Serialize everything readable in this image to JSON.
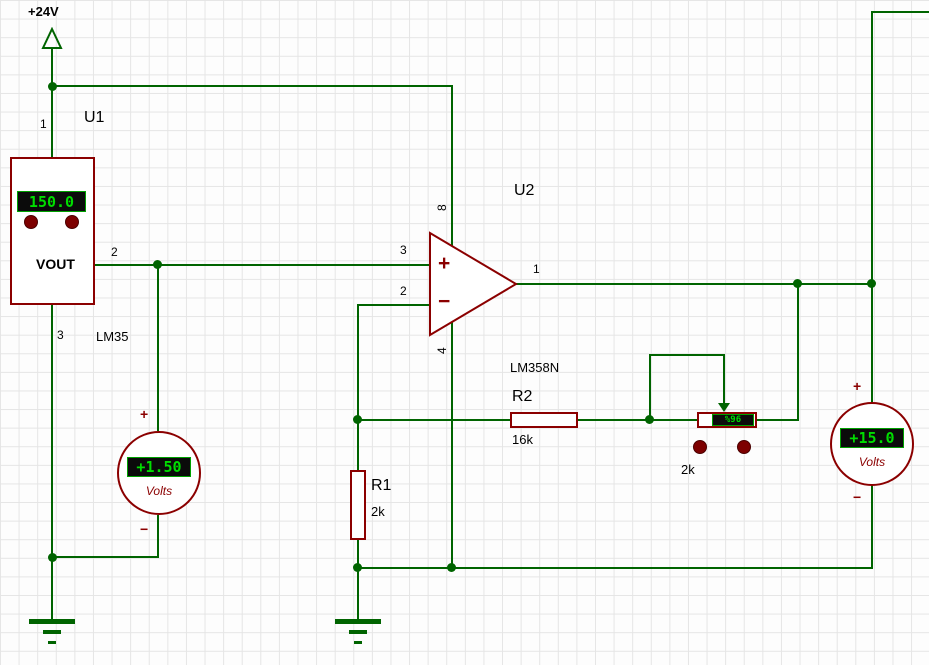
{
  "colors": {
    "wire": "#006400",
    "component_outline": "#8b0000",
    "display_text": "#00dd00",
    "display_background": "#0b0b0b",
    "display_border": "#00a000",
    "label_text": "#000000",
    "grid_line": "#e5e5e5",
    "canvas_background": "#fdfdfd"
  },
  "power": {
    "net_label": "+24V"
  },
  "u1": {
    "ref": "U1",
    "part": "LM35",
    "display_value": "150.0",
    "vout_label": "VOUT",
    "pin_vcc": "1",
    "pin_vout": "2",
    "pin_gnd": "3"
  },
  "u2": {
    "ref": "U2",
    "part": "LM358N",
    "pin_noninv": "3",
    "pin_inv": "2",
    "pin_out": "1",
    "pin_vplus": "8",
    "pin_vminus": "4",
    "noninv_sign": "+",
    "inv_sign": "−"
  },
  "r1": {
    "ref": "R1",
    "value": "2k"
  },
  "r2": {
    "ref": "R2",
    "value": "16k"
  },
  "pot": {
    "value": "2k",
    "wiper_display": "%96"
  },
  "voltmeter1": {
    "reading": "+1.50",
    "unit": "Volts",
    "plus_terminal": "+",
    "minus_terminal": "−"
  },
  "voltmeter2": {
    "reading": "+15.0",
    "unit": "Volts",
    "plus_terminal": "+",
    "minus_terminal": "−"
  }
}
